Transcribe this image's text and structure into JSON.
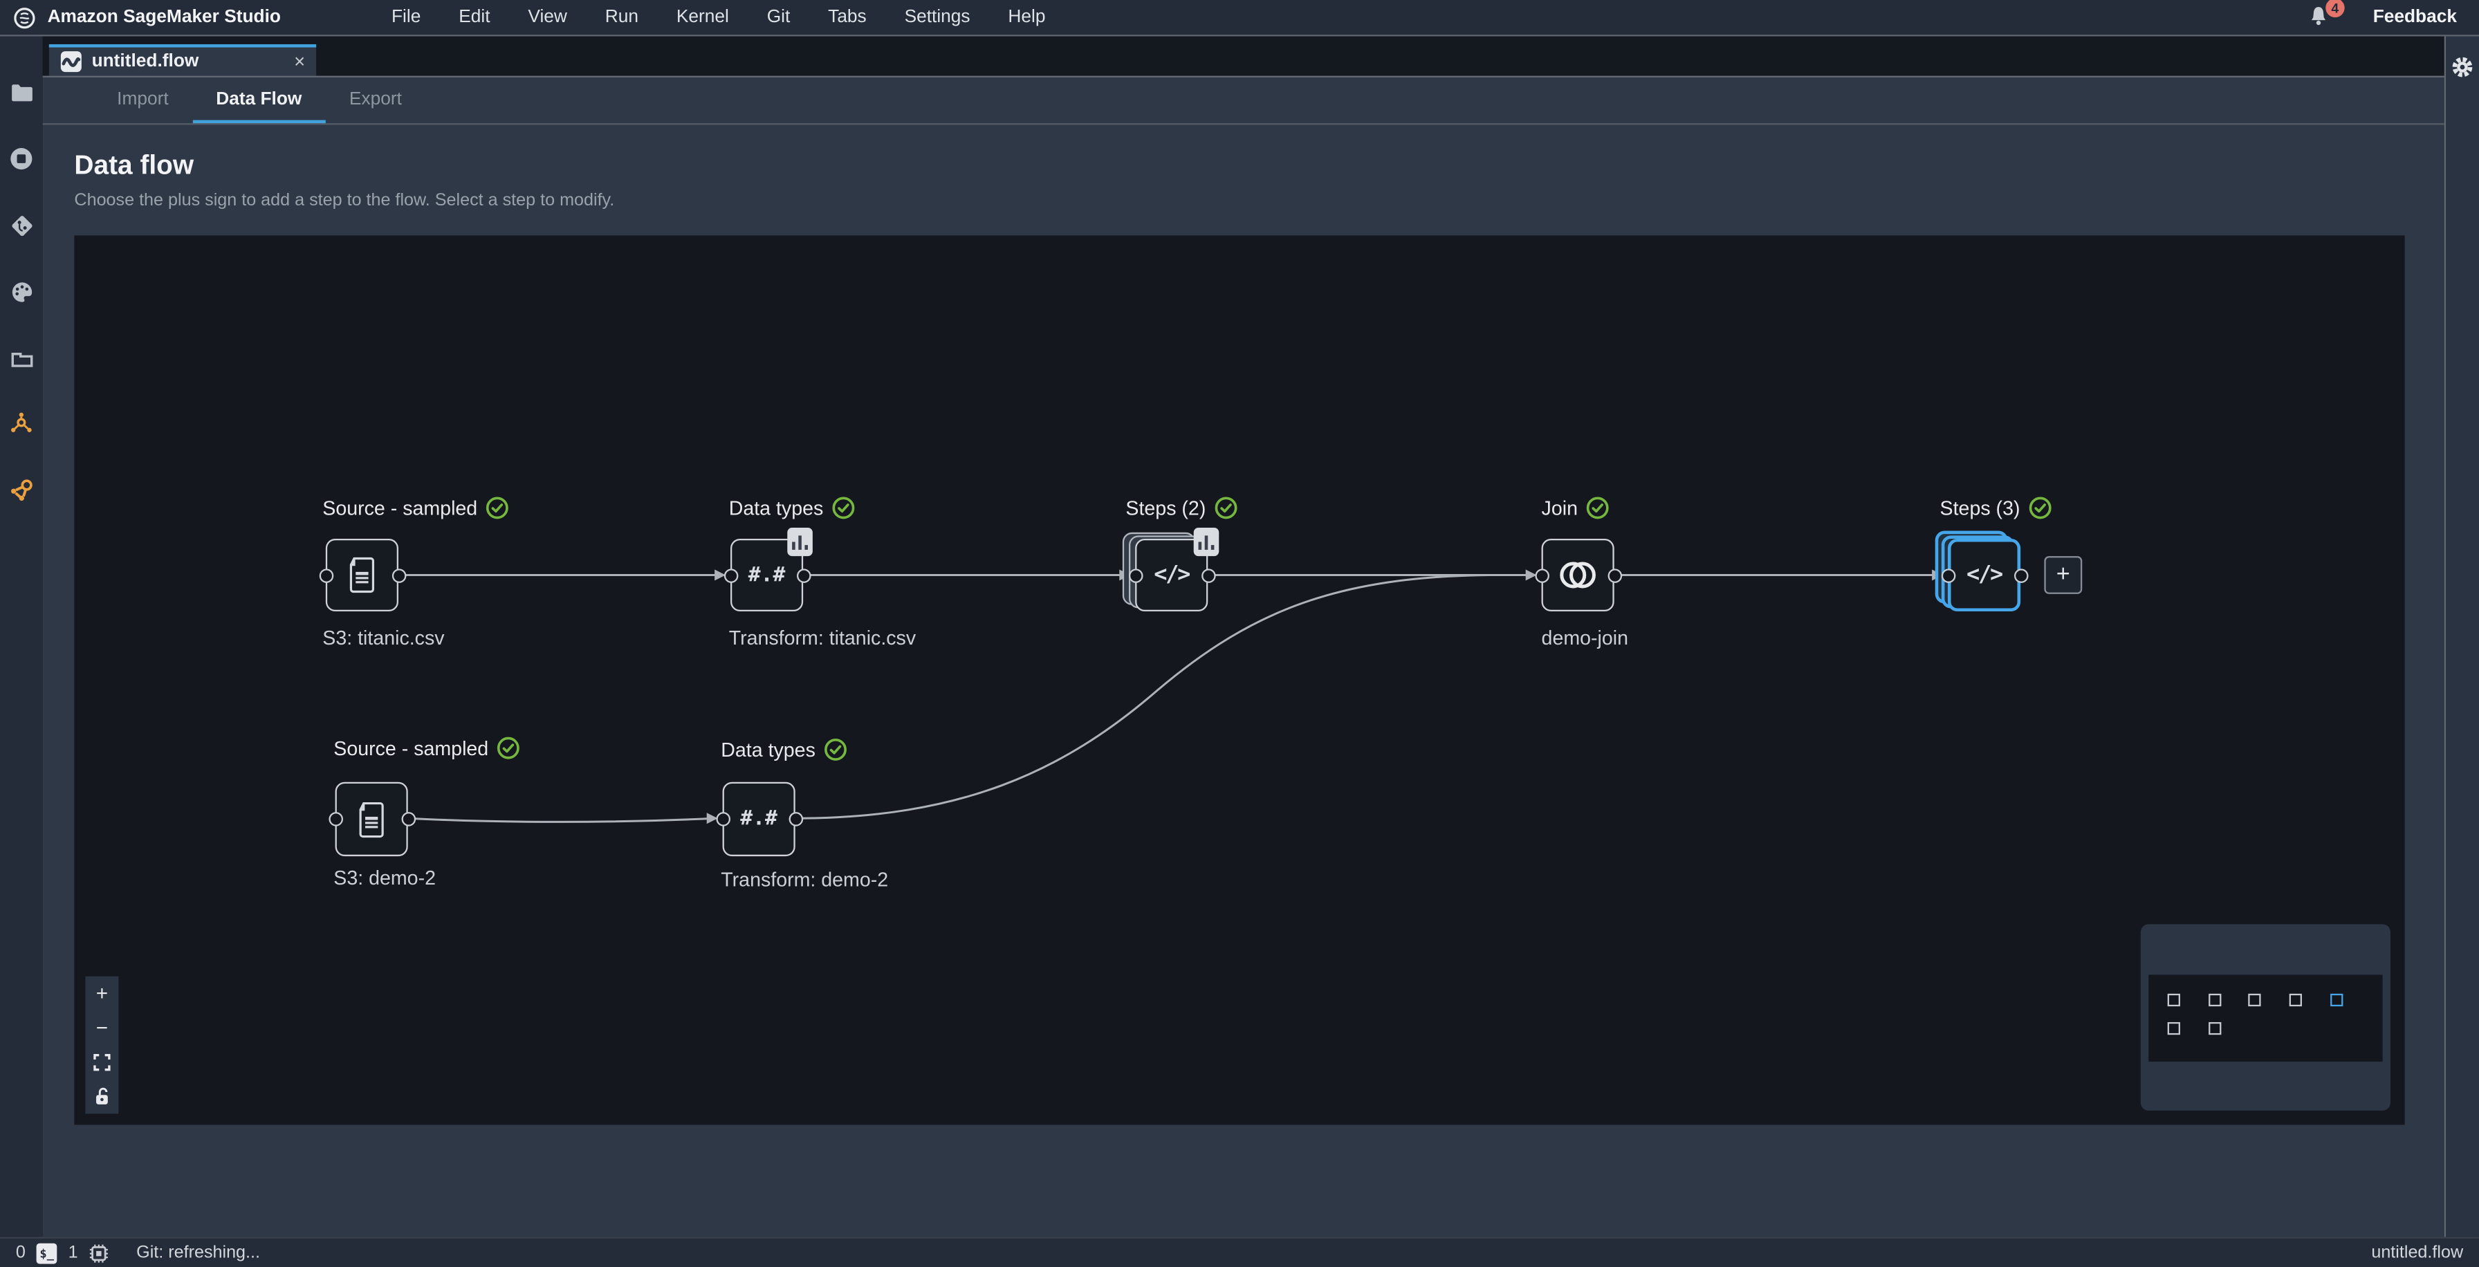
{
  "menubar": {
    "app_title": "Amazon SageMaker Studio",
    "items": [
      "File",
      "Edit",
      "View",
      "Run",
      "Kernel",
      "Git",
      "Tabs",
      "Settings",
      "Help"
    ],
    "notification_count": "4",
    "feedback_label": "Feedback"
  },
  "tab": {
    "title": "untitled.flow",
    "close_glyph": "×"
  },
  "subtabs": {
    "items": [
      {
        "label": "Import",
        "active": false
      },
      {
        "label": "Data Flow",
        "active": true
      },
      {
        "label": "Export",
        "active": false
      }
    ]
  },
  "page": {
    "title": "Data flow",
    "subtitle": "Choose the plus sign to add a step to the flow. Select a step to modify."
  },
  "flow": {
    "nodes": [
      {
        "title": "Source - sampled",
        "subtitle": "S3: titanic.csv",
        "icon": "document",
        "status": "validated"
      },
      {
        "title": "Data types",
        "subtitle": "Transform: titanic.csv",
        "icon_text": "#.#",
        "status": "validated",
        "badge": "histogram"
      },
      {
        "title": "Steps (2)",
        "subtitle": "",
        "icon_text": "</>",
        "status": "validated",
        "badge": "histogram",
        "stacked": true
      },
      {
        "title": "Join",
        "subtitle": "demo-join",
        "icon": "venn",
        "status": "validated"
      },
      {
        "title": "Steps (3)",
        "subtitle": "",
        "icon_text": "</>",
        "status": "validated",
        "stacked": true,
        "selected": true
      },
      {
        "title": "Source - sampled",
        "subtitle": "S3: demo-2",
        "icon": "document",
        "status": "validated"
      },
      {
        "title": "Data types",
        "subtitle": "Transform: demo-2",
        "icon_text": "#.#",
        "status": "validated"
      }
    ],
    "add_button_label": "+"
  },
  "zoombar": {
    "zoom_in_label": "+",
    "zoom_out_label": "−"
  },
  "statusbar": {
    "terminals_count": "0",
    "terminal_glyph": "$_",
    "kernels_count": "1",
    "git_status": "Git: refreshing...",
    "filename": "untitled.flow"
  },
  "icons": {
    "sidebar": [
      "file-browser",
      "running-kernels",
      "git",
      "commands-palette",
      "open-tabs",
      "cluster",
      "components-registry"
    ],
    "zoom_controls": [
      "zoom-in",
      "zoom-out",
      "fit-view",
      "unlock"
    ]
  },
  "colors": {
    "accent_blue": "#42a2dd",
    "selection_blue": "#45a6ea",
    "success_green": "#76b83f",
    "badge_red": "#e5756a",
    "sidebar_orange": "#eba13f",
    "topbar_bg": "#242c39",
    "panel_bg": "#2f3847",
    "canvas_bg": "#14171e"
  }
}
